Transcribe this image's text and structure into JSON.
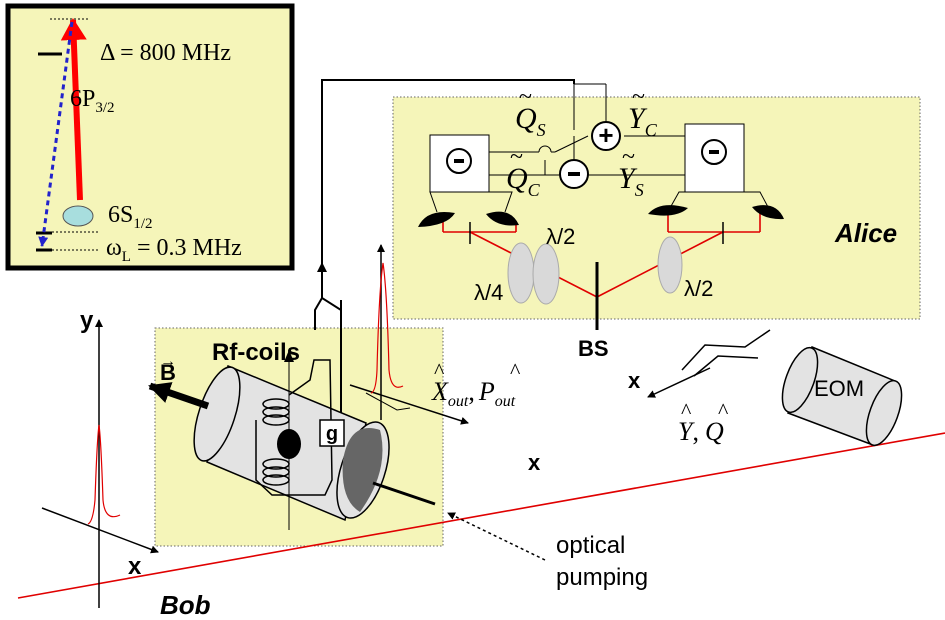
{
  "colors": {
    "panel_fill": "#f5f5b9",
    "beam": "#e00000",
    "pump_arrow": "#ff0000",
    "dashed_arrow": "#2222cc",
    "atom": "#a8dede",
    "cylinder": "#e3e3e3",
    "plate": "#d9d9d9"
  },
  "inset": {
    "delta_label": "Δ = 800 MHz",
    "excited_label": "6P",
    "excited_sub": "3/2",
    "ground_label": "6S",
    "ground_sub": "1/2",
    "larmor_label": "ω",
    "larmor_sub": "L",
    "larmor_value": " = 0.3 MHz"
  },
  "labels": {
    "alice": "Alice",
    "bob": "Bob",
    "bs": "BS",
    "eom": "EOM",
    "rf_coils": "Rf-coils",
    "g": "g",
    "b_field": "B",
    "b_arrow": "→",
    "optical_line1": "optical",
    "optical_line2": "pumping",
    "lambda_half_1": "λ/2",
    "lambda_quarter": "λ/4",
    "lambda_half_2": "λ/2",
    "axis_y": "y",
    "axis_x_bob": "x",
    "axis_x_mid": "x",
    "axis_x_right": "x",
    "minus": "-",
    "plus": "+"
  },
  "quadratures": {
    "qs": "Q",
    "qs_sub": "S",
    "tilde": "~",
    "yc": "Y",
    "yc_sub": "C",
    "qc": "Q",
    "qc_sub": "C",
    "ys": "Y",
    "ys_sub": "S",
    "xout": "X",
    "xout_sub": "out",
    "pout": "P",
    "pout_sub": "out",
    "comma": ",",
    "y_hat": "Y",
    "q_hat": "Q",
    "hat": "^"
  }
}
